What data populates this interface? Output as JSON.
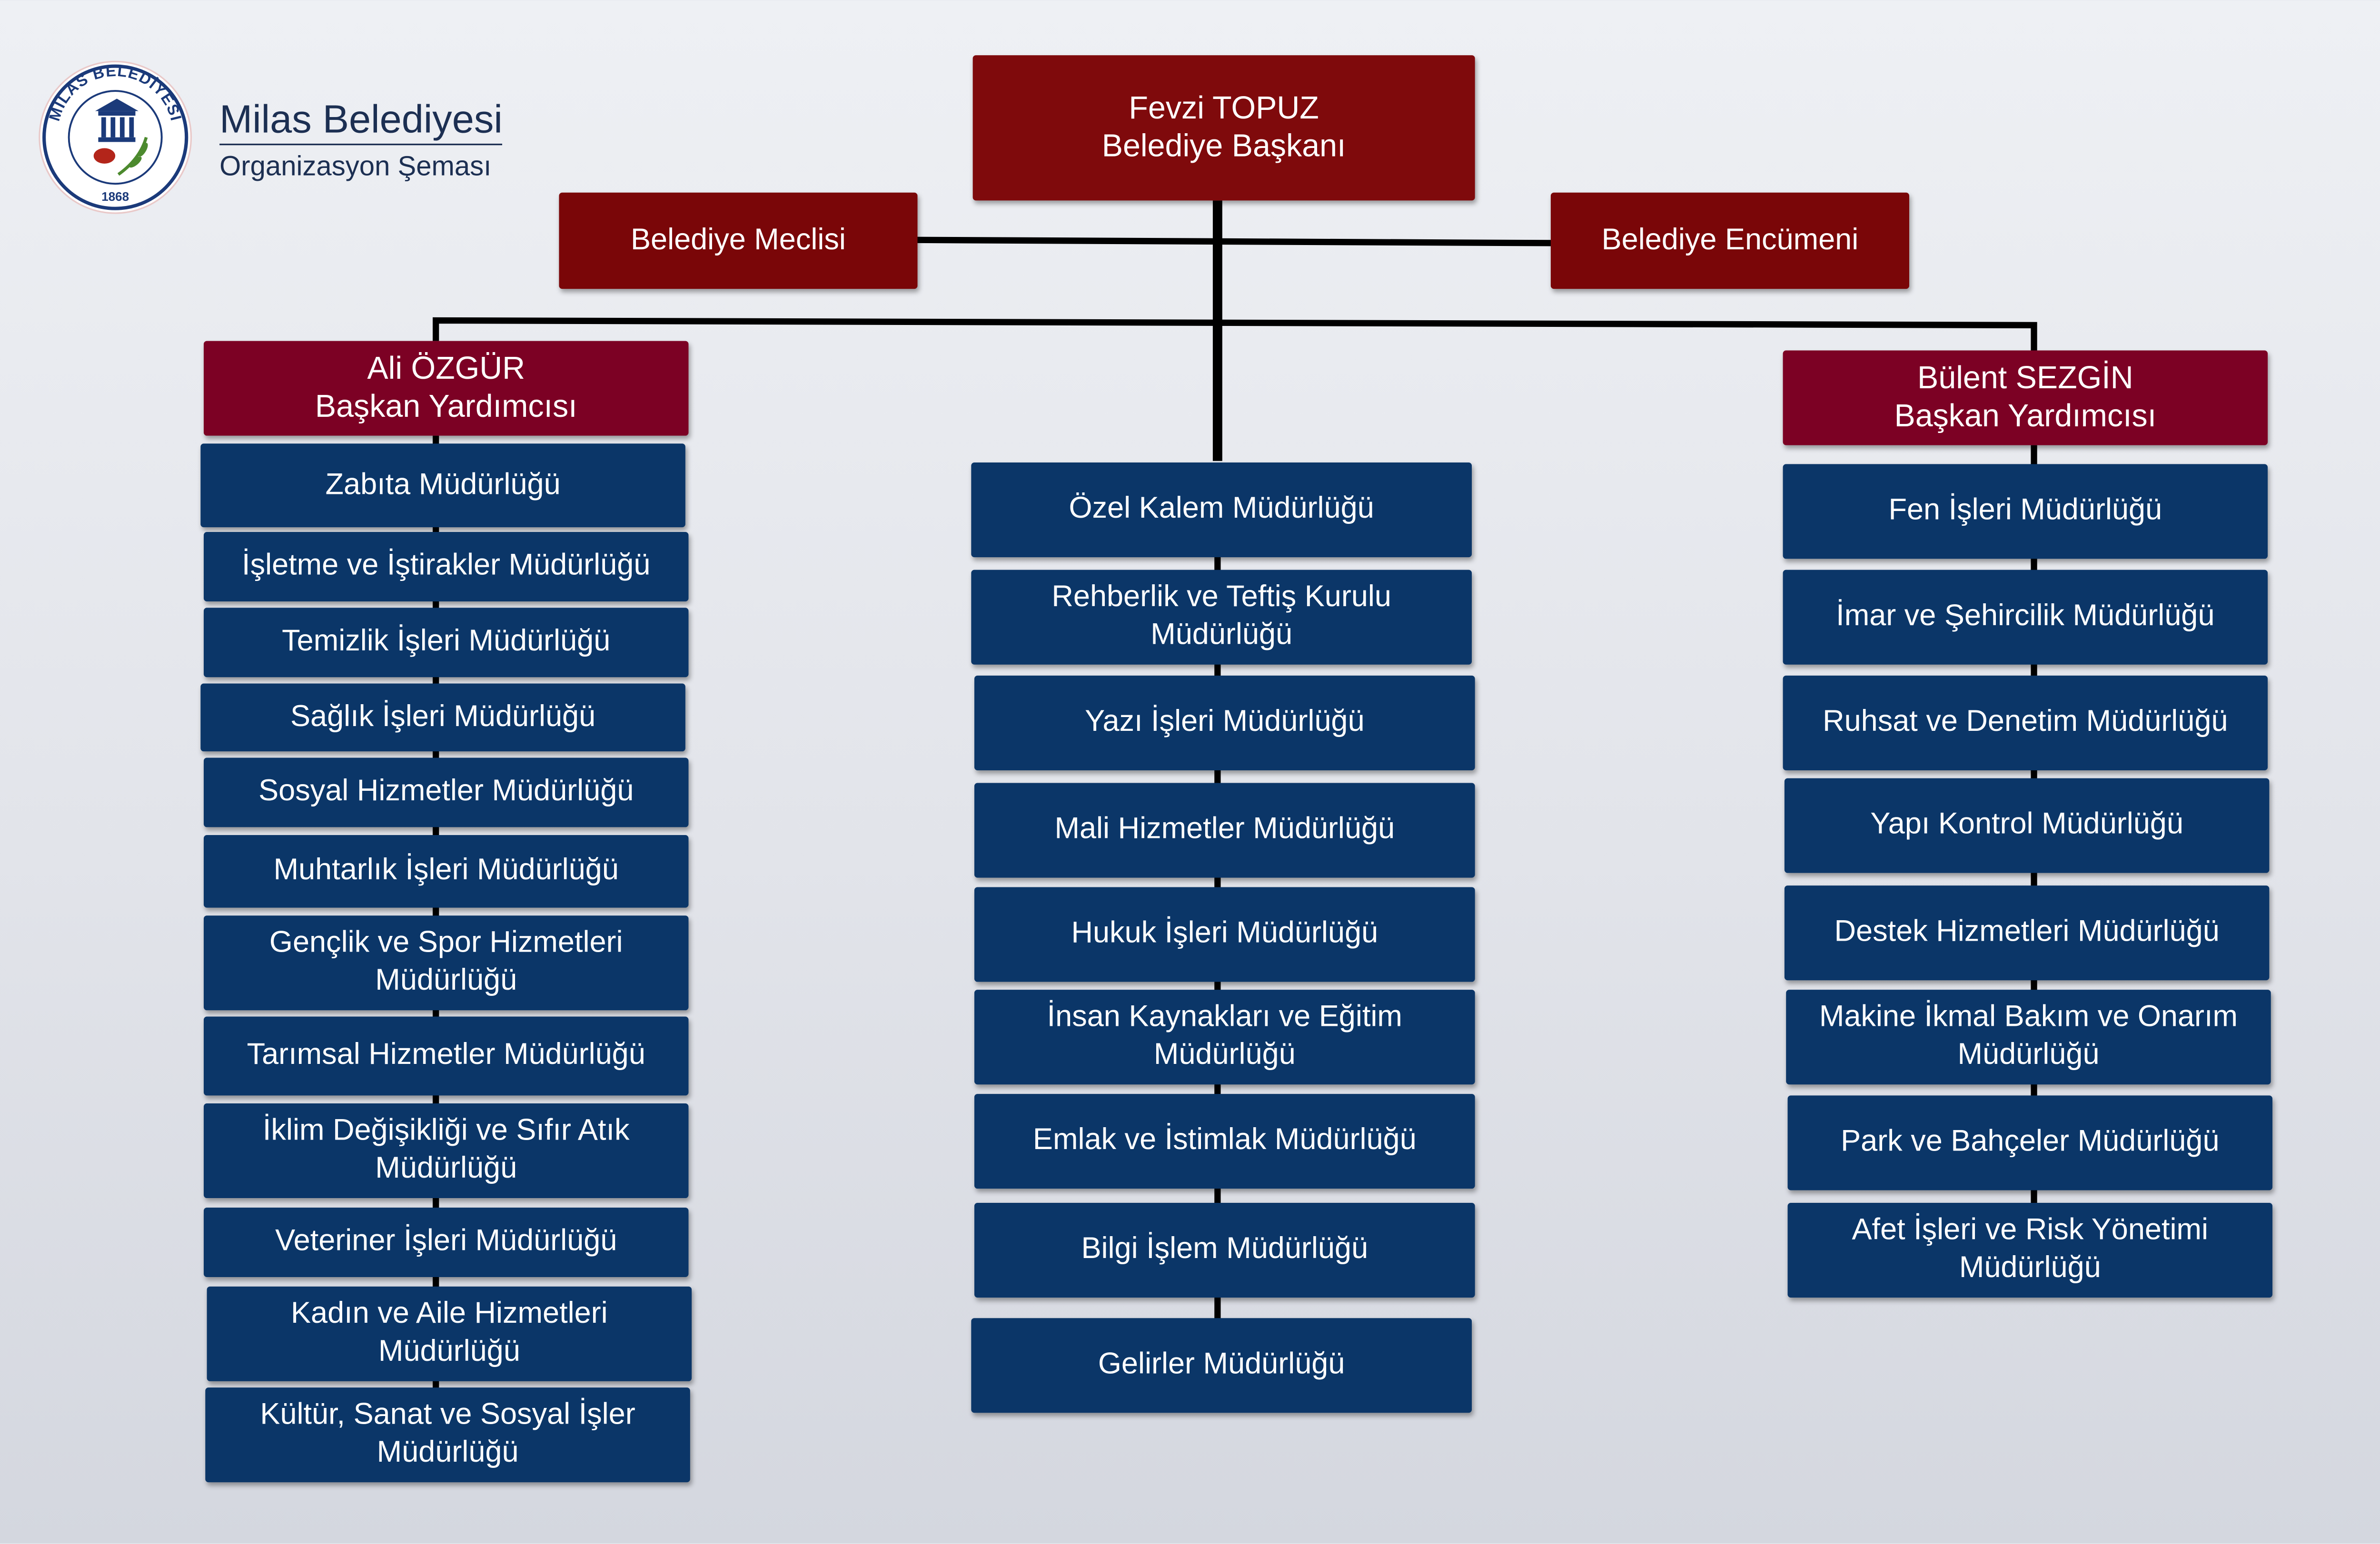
{
  "logo": {
    "ring_text": "MİLAS BELEDİYESİ",
    "year": "1868",
    "colors": {
      "ring": "#1b3a7a",
      "accent": "#b3251a",
      "leaf": "#4c8a2e"
    }
  },
  "brand": {
    "name": "Milas Belediyesi",
    "subtitle": "Organizasyon Şeması"
  },
  "mayor": {
    "lines": [
      "Fevzi TOPUZ",
      "Belediye Başkanı"
    ]
  },
  "council": {
    "label": "Belediye Meclisi"
  },
  "committee": {
    "label": "Belediye Encümeni"
  },
  "left": {
    "head": {
      "lines": [
        "Ali ÖZGÜR",
        "Başkan Yardımcısı"
      ]
    },
    "units": [
      {
        "lines": [
          "Zabıta Müdürlüğü"
        ]
      },
      {
        "lines": [
          "İşletme ve İştirakler Müdürlüğü"
        ]
      },
      {
        "lines": [
          "Temizlik İşleri Müdürlüğü"
        ]
      },
      {
        "lines": [
          "Sağlık İşleri Müdürlüğü"
        ]
      },
      {
        "lines": [
          "Sosyal Hizmetler Müdürlüğü"
        ]
      },
      {
        "lines": [
          "Muhtarlık İşleri Müdürlüğü"
        ]
      },
      {
        "lines": [
          "Gençlik ve Spor Hizmetleri",
          "Müdürlüğü"
        ]
      },
      {
        "lines": [
          "Tarımsal Hizmetler Müdürlüğü"
        ]
      },
      {
        "lines": [
          "İklim Değişikliği ve Sıfır Atık",
          "Müdürlüğü"
        ]
      },
      {
        "lines": [
          "Veteriner İşleri Müdürlüğü"
        ]
      },
      {
        "lines": [
          "Kadın ve Aile Hizmetleri",
          "Müdürlüğü"
        ]
      },
      {
        "lines": [
          "Kültür, Sanat ve Sosyal İşler",
          "Müdürlüğü"
        ]
      }
    ]
  },
  "center": {
    "units": [
      {
        "lines": [
          "Özel Kalem Müdürlüğü"
        ]
      },
      {
        "lines": [
          "Rehberlik ve Teftiş Kurulu",
          "Müdürlüğü"
        ]
      },
      {
        "lines": [
          "Yazı İşleri Müdürlüğü"
        ]
      },
      {
        "lines": [
          "Mali Hizmetler Müdürlüğü"
        ]
      },
      {
        "lines": [
          "Hukuk İşleri Müdürlüğü"
        ]
      },
      {
        "lines": [
          "İnsan Kaynakları ve Eğitim",
          "Müdürlüğü"
        ]
      },
      {
        "lines": [
          "Emlak ve İstimlak Müdürlüğü"
        ]
      },
      {
        "lines": [
          "Bilgi İşlem Müdürlüğü"
        ]
      },
      {
        "lines": [
          "Gelirler Müdürlüğü"
        ]
      }
    ]
  },
  "right": {
    "head": {
      "lines": [
        "Bülent SEZGİN",
        "Başkan Yardımcısı"
      ]
    },
    "units": [
      {
        "lines": [
          "Fen İşleri Müdürlüğü"
        ]
      },
      {
        "lines": [
          "İmar ve Şehircilik Müdürlüğü"
        ]
      },
      {
        "lines": [
          "Ruhsat ve Denetim Müdürlüğü"
        ]
      },
      {
        "lines": [
          "Yapı Kontrol Müdürlüğü"
        ]
      },
      {
        "lines": [
          "Destek Hizmetleri Müdürlüğü"
        ]
      },
      {
        "lines": [
          "Makine İkmal Bakım ve Onarım",
          "Müdürlüğü"
        ]
      },
      {
        "lines": [
          "Park ve Bahçeler Müdürlüğü"
        ]
      },
      {
        "lines": [
          "Afet İşleri ve Risk Yönetimi",
          "Müdürlüğü"
        ]
      }
    ]
  },
  "colors": {
    "unit_box": "#0b3668",
    "mayor_box": "#7f0a0c",
    "council_box": "#7a0608",
    "deputy_box": "#7c0124",
    "connector": "#000000"
  }
}
